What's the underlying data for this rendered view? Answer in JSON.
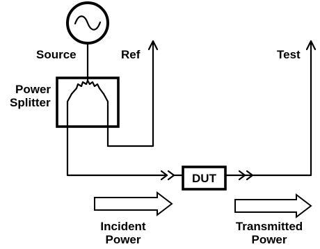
{
  "labels": {
    "source": "Source",
    "ref": "Ref",
    "test": "Test",
    "splitter_line1": "Power",
    "splitter_line2": "Splitter",
    "dut": "DUT",
    "incident_line1": "Incident",
    "incident_line2": "Power",
    "transmitted_line1": "Transmitted",
    "transmitted_line2": "Power"
  },
  "icons": {
    "source": "sine-wave-source-icon",
    "splitter": "resistive-power-splitter-icon"
  },
  "colors": {
    "ink": "#000000",
    "background": "#ffffff"
  }
}
